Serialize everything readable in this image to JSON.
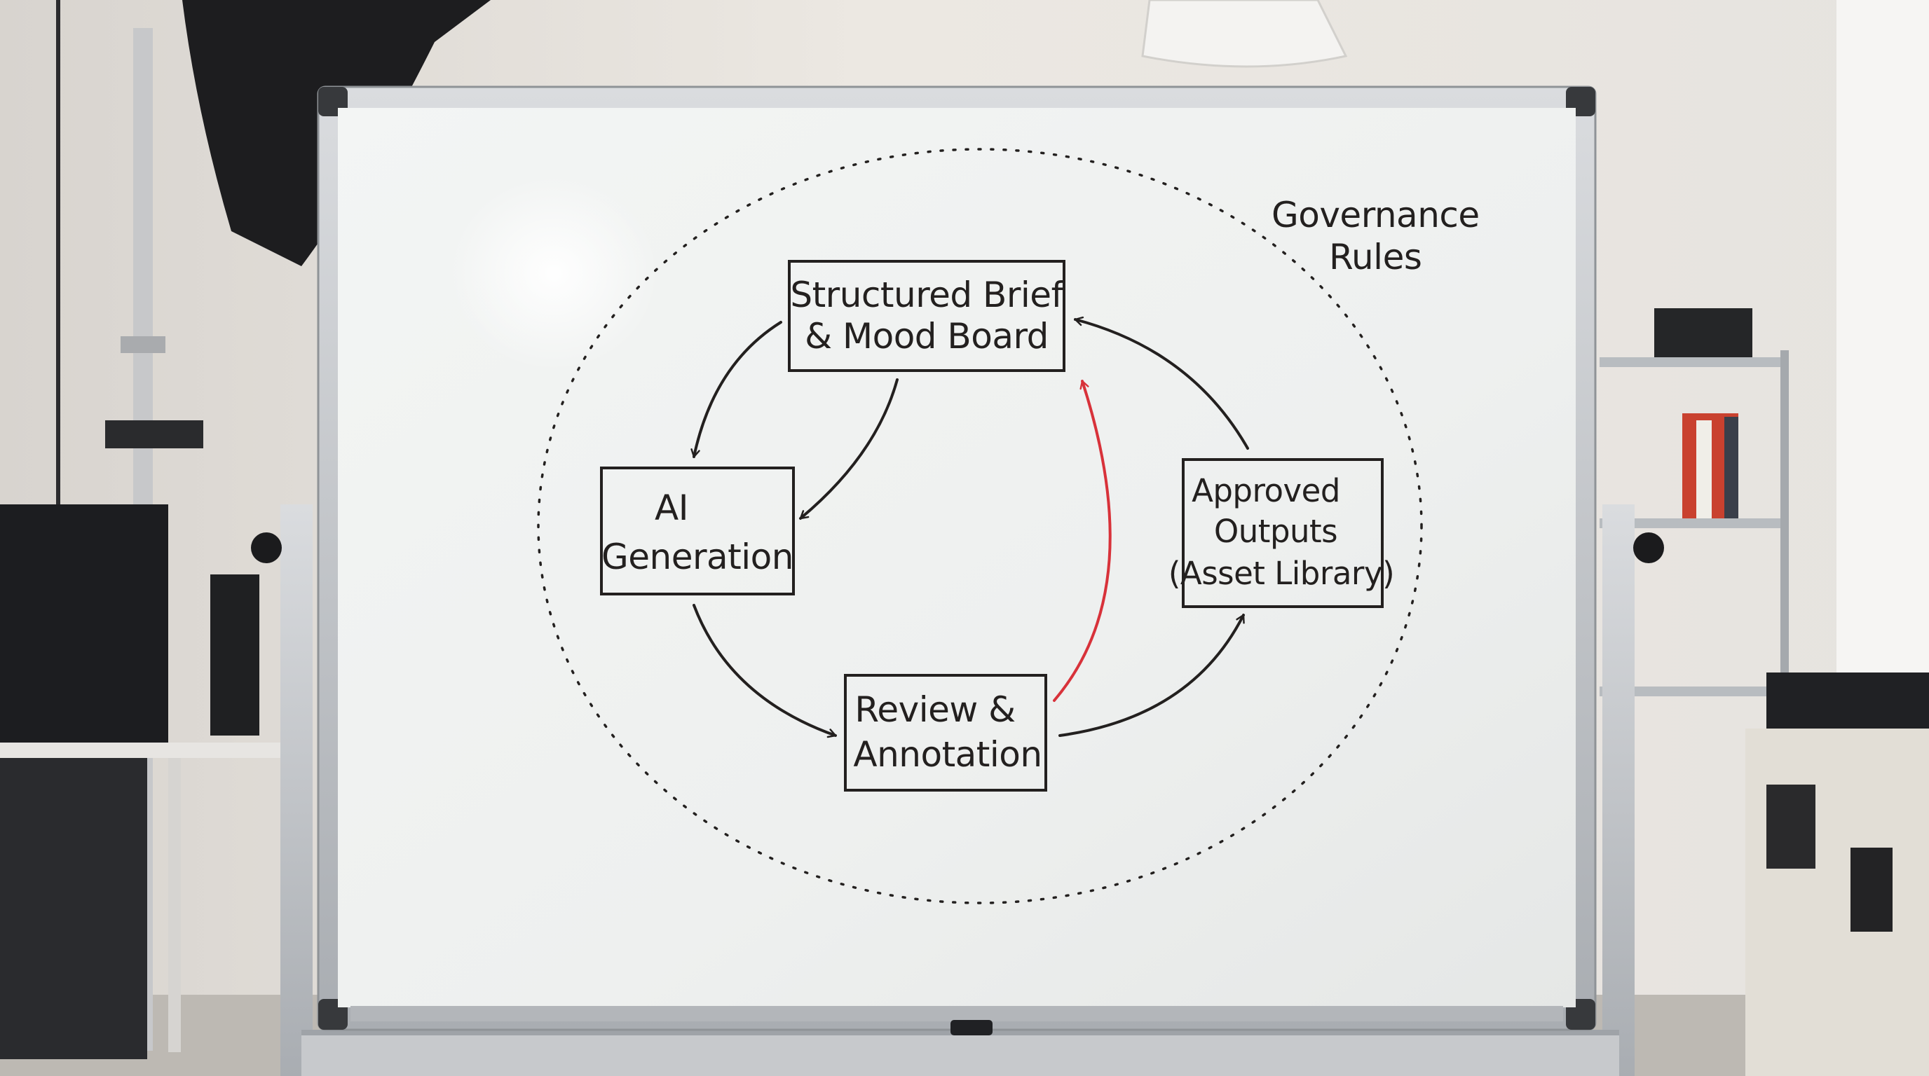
{
  "diagram": {
    "governance_label": [
      "Governance",
      "Rules"
    ],
    "nodes": {
      "brief": [
        "Structured Brief",
        "& Mood Board"
      ],
      "ai": [
        "AI",
        "Generation"
      ],
      "review": [
        "Review &",
        "Annotation"
      ],
      "approved": [
        "Approved",
        "Outputs",
        "(Asset Library)"
      ]
    },
    "colors": {
      "marker_black": "#23201f",
      "marker_red": "#d8323a",
      "board_white": "#f2f3f2",
      "frame_aluminum": "#bfc2c5"
    }
  }
}
